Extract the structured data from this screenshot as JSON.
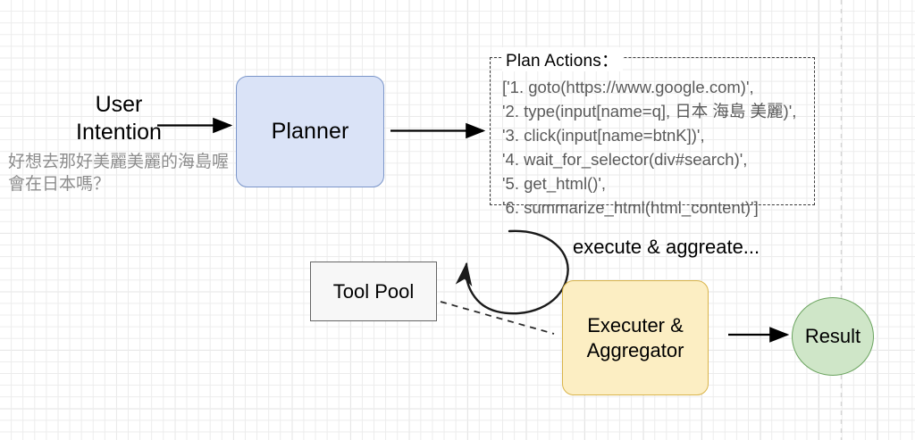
{
  "diagram": {
    "title": "Planner / Executer agent pipeline",
    "colors": {
      "planner_fill": "#dae3f7",
      "planner_stroke": "#7a95c9",
      "executer_fill": "#fceec3",
      "executer_stroke": "#d9b44a",
      "result_fill": "#cfe6c8",
      "result_stroke": "#6aa35e",
      "toolpool_fill": "#f7f7f7",
      "toolpool_stroke": "#666666",
      "code_text": "#5a5a5a",
      "subtitle_text": "#8d8d8d",
      "arrow": "#000000",
      "grid_minor": "#ececec",
      "grid_major": "#d6d6d6"
    }
  },
  "user_intention": {
    "line1": "User",
    "line2": "Intention",
    "subtitle_line1": "好想去那好美麗美麗的海島喔",
    "subtitle_line2": "會在日本嗎？"
  },
  "nodes": {
    "planner": {
      "label": "Planner"
    },
    "tool_pool": {
      "label": "Tool Pool"
    },
    "executer": {
      "label_line1": "Executer &",
      "label_line2": "Aggregator"
    },
    "result": {
      "label": "Result"
    }
  },
  "plan_actions": {
    "title": "Plan Actions：",
    "lines": [
      "['1. goto(https://www.google.com)',",
      "'2. type(input[name=q], 日本 海島 美麗)',",
      "'3. click(input[name=btnK])',",
      "'4. wait_for_selector(div#search)',",
      "'5. get_html()',",
      "'6. summarize_html(html_content)']"
    ]
  },
  "annotations": {
    "loop_label": "execute & aggreate..."
  }
}
